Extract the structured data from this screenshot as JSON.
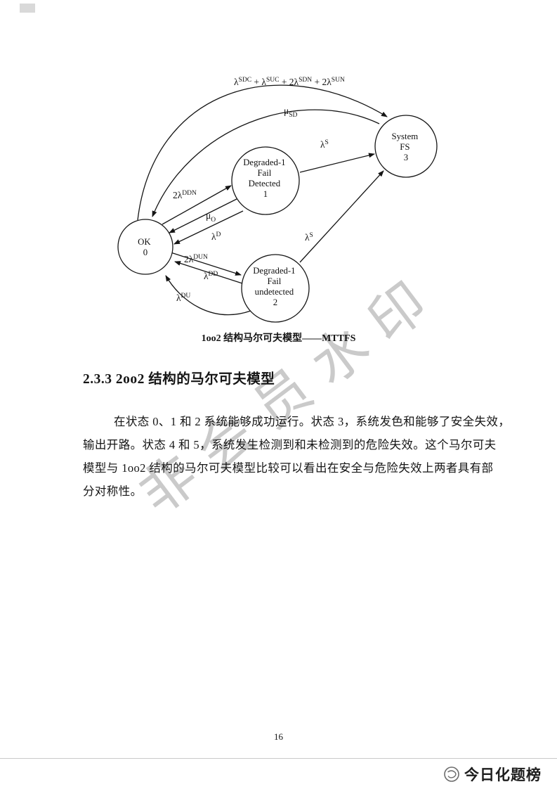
{
  "page": {
    "caption": "1oo2 结构马尔可夫模型——MTTFS",
    "heading": "2.3.3 2oo2 结构的马尔可夫模型",
    "paragraph_lines": [
      "在状态 0、1 和 2 系统能够成功运行。状态 3，系统发色和能够了安全失效，",
      "输出开路。状态 4 和 5，系统发生检测到和未检测到的危险失效。这个马尔可夫",
      "模型与 1oo2 结构的马尔可夫模型比较可以看出在安全与危险失效上两者具有部",
      "分对称性。",
      "在状态 0、1 和 2 系统能够成功运行。状态 3，系统发色和能够了安全失效，输出开路。状态 4 和 5，系统发生检测到和未检测到的危险失效。这个马尔可夫模型与 1oo2 结构的马尔可夫模型比较可以看出在安全与危险失效上两者具有部分对称性。"
    ],
    "page_number": "16",
    "watermark": "非会员水印",
    "footer_brand": "今日化题榜"
  },
  "diagram": {
    "nodes": {
      "ok": {
        "lines": [
          "OK",
          "0"
        ]
      },
      "deg1_detected": {
        "lines": [
          "Degraded-1",
          "Fail",
          "Detected",
          "1"
        ]
      },
      "deg1_undetected": {
        "lines": [
          "Degraded-1",
          "Fail",
          "undetected",
          "2"
        ]
      },
      "system_fs": {
        "lines": [
          "System",
          "FS",
          "3"
        ]
      }
    },
    "edge_labels": {
      "total_to_fs": {
        "p0": "λ",
        "s0": "SDC",
        "p1": " + λ",
        "s1": "SUC",
        "p2": " + 2λ",
        "s2": "SDN",
        "p3": " + 2λ",
        "s3": "SUN"
      },
      "mu_sd": {
        "p0": "μ",
        "sub0": "SD"
      },
      "two_lambda_ddn": {
        "p0": "2λ",
        "s0": "DDN"
      },
      "mu_o": {
        "p0": "μ",
        "sub0": "O"
      },
      "lambda_d": {
        "p0": "λ",
        "s0": "D"
      },
      "lambda_s_1": {
        "p0": "λ",
        "s0": "S"
      },
      "lambda_s_2": {
        "p0": "λ",
        "s0": "S"
      },
      "two_lambda_dun": {
        "p0": "2λ",
        "s0": "DUN"
      },
      "lambda_dd": {
        "p0": "λ",
        "s0": "DD"
      },
      "lambda_du": {
        "p0": "λ",
        "s0": "DU"
      }
    }
  }
}
